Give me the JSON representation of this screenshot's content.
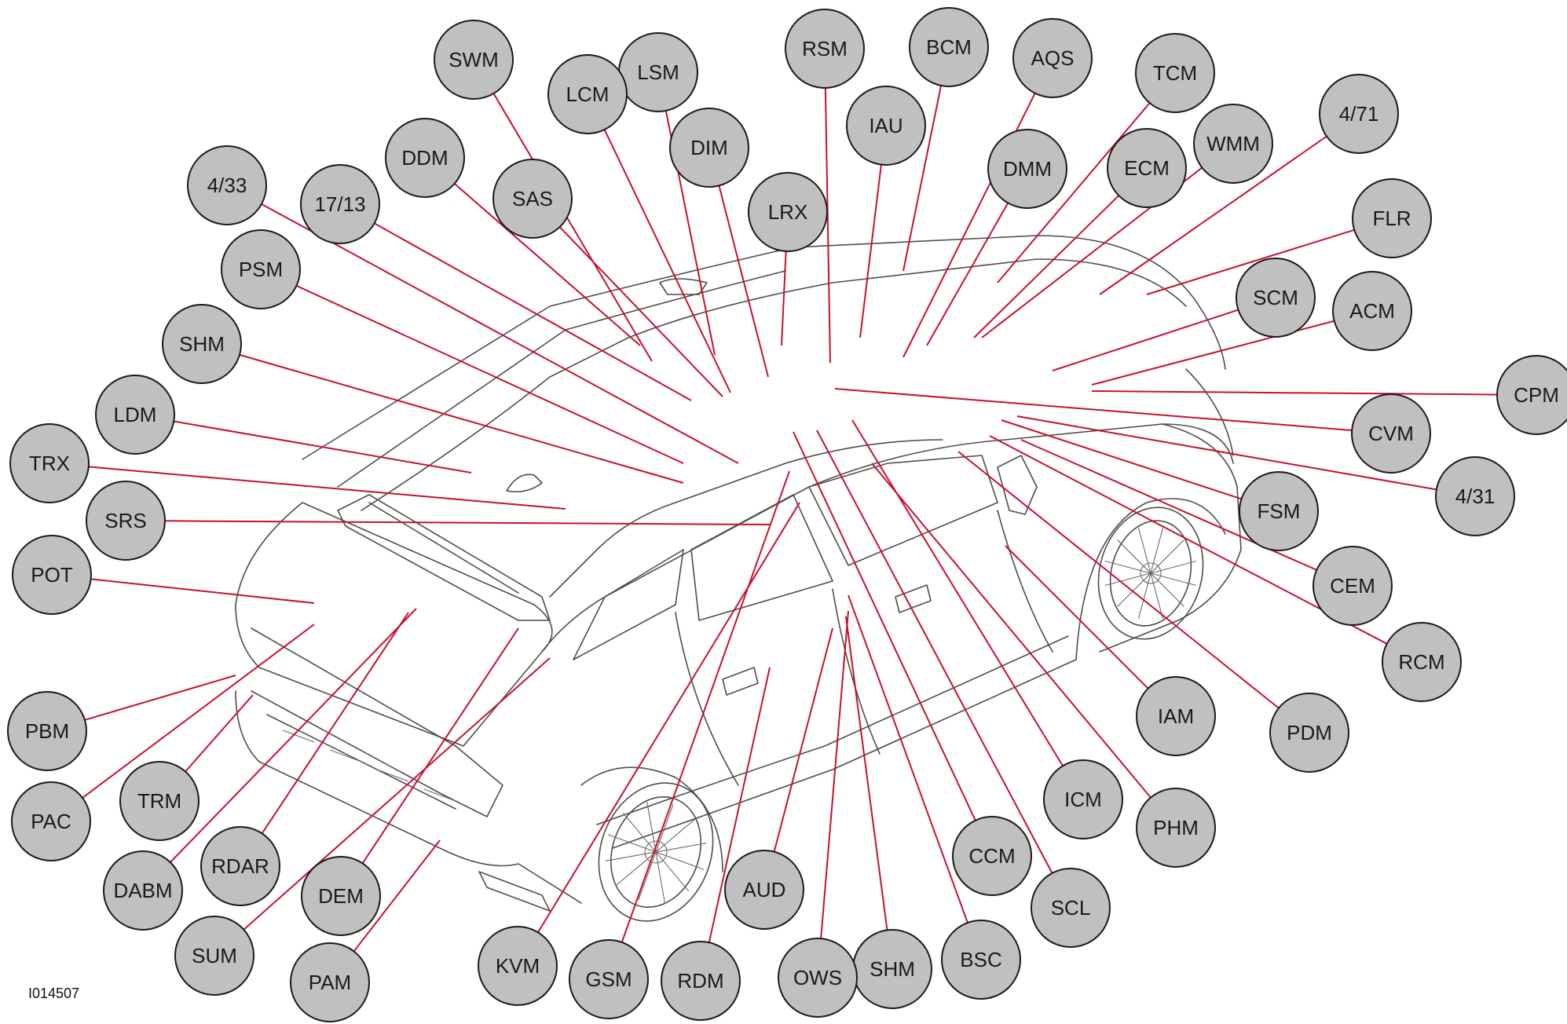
{
  "figure_id": "I014507",
  "colors": {
    "leader": "#c8102e",
    "bubble_fill": "#c0c0c0",
    "bubble_stroke": "#1a1a1a",
    "car_stroke": "#4d4d4d"
  },
  "callouts": [
    {
      "label": "SWM"
    },
    {
      "label": "LSM"
    },
    {
      "label": "LCM"
    },
    {
      "label": "RSM"
    },
    {
      "label": "BCM"
    },
    {
      "label": "AQS"
    },
    {
      "label": "TCM"
    },
    {
      "label": "IAU"
    },
    {
      "label": "DIM"
    },
    {
      "label": "DDM"
    },
    {
      "label": "SAS"
    },
    {
      "label": "LRX"
    },
    {
      "label": "DMM"
    },
    {
      "label": "ECM"
    },
    {
      "label": "WMM"
    },
    {
      "label": "4/71"
    },
    {
      "label": "4/33"
    },
    {
      "label": "17/13"
    },
    {
      "label": "FLR"
    },
    {
      "label": "PSM"
    },
    {
      "label": "SCM"
    },
    {
      "label": "ACM"
    },
    {
      "label": "SHM"
    },
    {
      "label": "CPM"
    },
    {
      "label": "LDM"
    },
    {
      "label": "CVM"
    },
    {
      "label": "TRX"
    },
    {
      "label": "4/31"
    },
    {
      "label": "SRS"
    },
    {
      "label": "FSM"
    },
    {
      "label": "POT"
    },
    {
      "label": "CEM"
    },
    {
      "label": "RCM"
    },
    {
      "label": "IAM"
    },
    {
      "label": "PDM"
    },
    {
      "label": "PBM"
    },
    {
      "label": "TRM"
    },
    {
      "label": "PAC"
    },
    {
      "label": "ICM"
    },
    {
      "label": "PHM"
    },
    {
      "label": "CCM"
    },
    {
      "label": "RDAR"
    },
    {
      "label": "DABM"
    },
    {
      "label": "AUD"
    },
    {
      "label": "SCL"
    },
    {
      "label": "DEM"
    },
    {
      "label": "SUM"
    },
    {
      "label": "BSC"
    },
    {
      "label": "SHM"
    },
    {
      "label": "OWS"
    },
    {
      "label": "KVM"
    },
    {
      "label": "GSM"
    },
    {
      "label": "RDM"
    },
    {
      "label": "PAM"
    }
  ]
}
